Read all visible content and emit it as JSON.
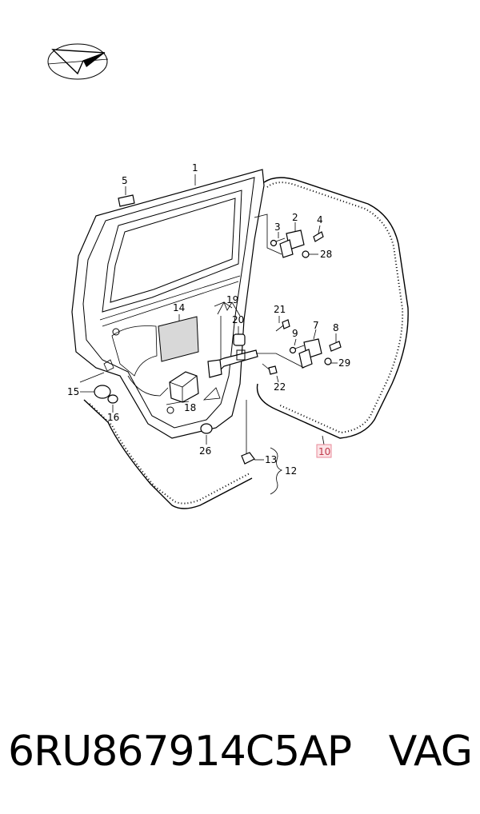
{
  "callouts": {
    "c1": "1",
    "c2": "2",
    "c3": "3",
    "c4": "4",
    "c5": "5",
    "c7": "7",
    "c8": "8",
    "c9": "9",
    "c10": "10",
    "c12": "12",
    "c13": "13",
    "c14": "14",
    "c15": "15",
    "c16": "16",
    "c18": "18",
    "c19": "19",
    "c20": "20",
    "c21": "21",
    "c22": "22",
    "c26": "26",
    "c28": "28",
    "c29": "29"
  },
  "highlighted_callout": "10",
  "colors": {
    "highlight_fill": "#fbe3e6",
    "highlight_border": "#e88a98"
  },
  "part_number": "6RU867914C5AP",
  "brand": "VAG",
  "logo_icon": "paper-plane-logo-icon"
}
